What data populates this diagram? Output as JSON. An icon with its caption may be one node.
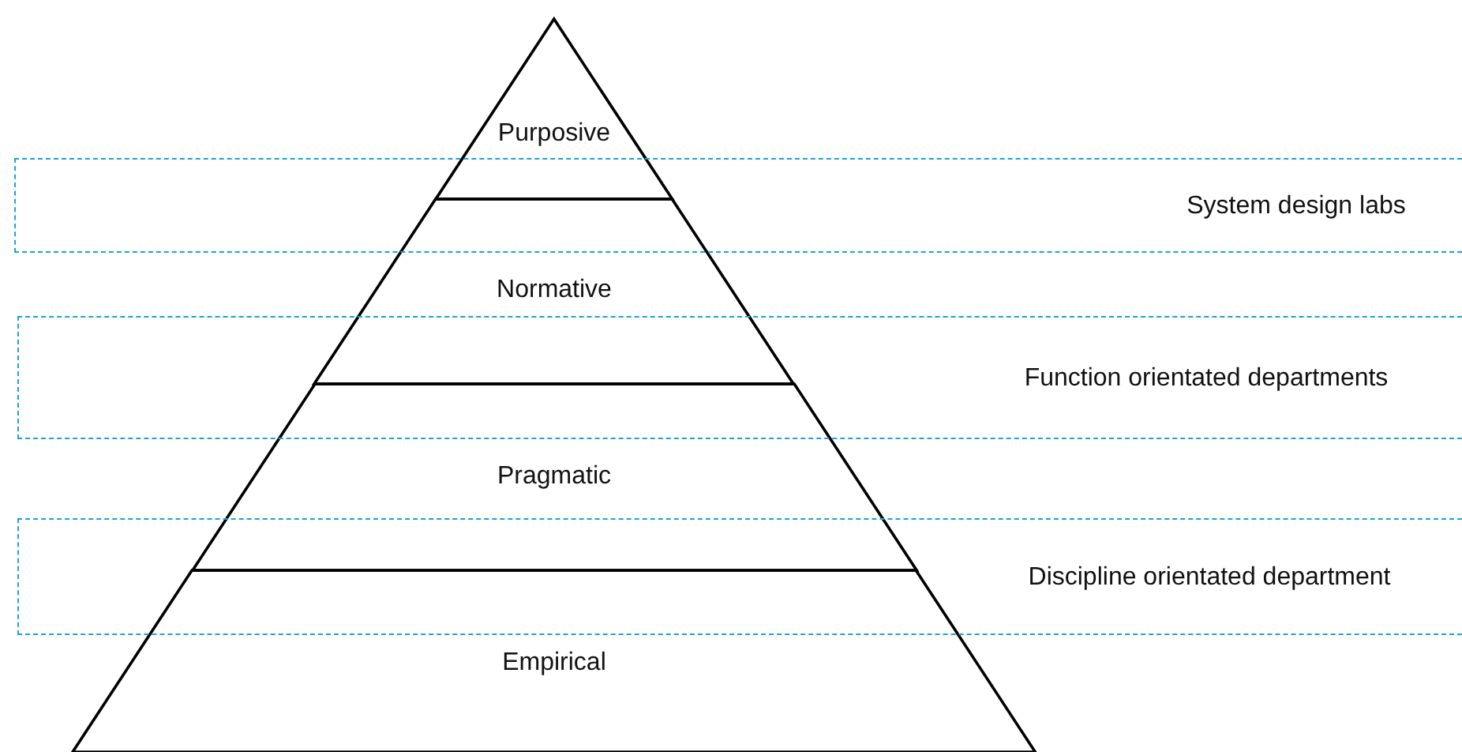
{
  "diagram": {
    "nodes": [
      {
        "text": [
          "Purposive"
        ]
      },
      {
        "text": [
          "System design labs"
        ]
      },
      {
        "text": [
          "Normative"
        ]
      },
      {
        "text": [
          "Function orientated departments"
        ]
      },
      {
        "text": [
          "Pragmatic"
        ]
      },
      {
        "text": [
          "Discipline orientated department"
        ]
      },
      {
        "text": [
          "Empirical"
        ]
      }
    ]
  }
}
